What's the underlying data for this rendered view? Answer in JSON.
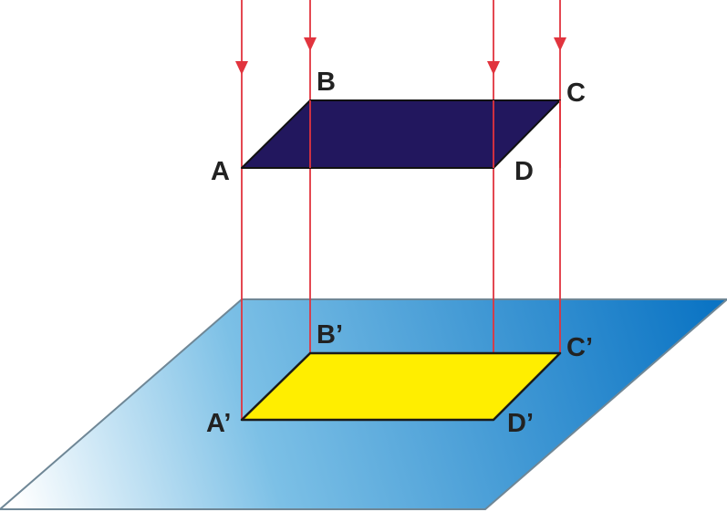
{
  "labels": {
    "A": "A",
    "B": "B",
    "C": "C",
    "D": "D",
    "A_prime": "A’",
    "B_prime": "B’",
    "C_prime": "C’",
    "D_prime": "D’"
  },
  "colors": {
    "top_quad": "#22175e",
    "projection_quad": "#ffee00",
    "plane_dark": "#0b74c4",
    "plane_light": "#ffffff",
    "projection_rays": "#e1343e",
    "outline": "#1a1a1a",
    "label_text": "#222222"
  },
  "icons": {
    "ray_arrowhead": "arrow-down-icon"
  }
}
